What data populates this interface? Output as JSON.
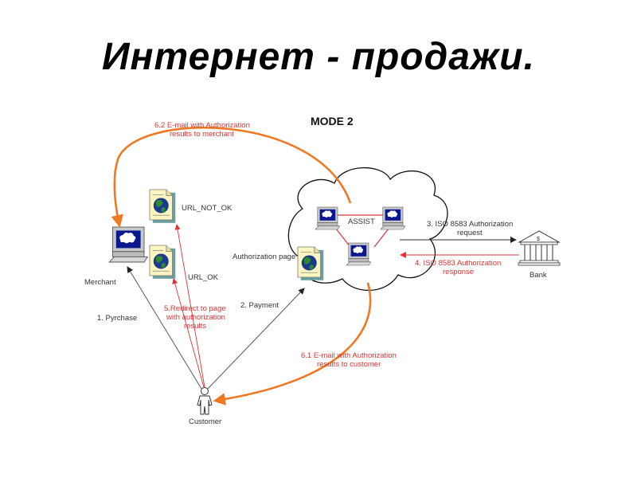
{
  "slide": {
    "title": "Интернет - продажи."
  },
  "diagram": {
    "mode_label": "MODE 2",
    "nodes": {
      "merchant": "Merchant",
      "customer": "Customer",
      "bank": "Bank",
      "assist": "ASSIST",
      "url_not_ok": "URL_NOT_OK",
      "url_ok": "URL_OK",
      "authorization_page": "Authorization page"
    },
    "flows": {
      "purchase": "1. Pyrchase",
      "payment": "2. Payment",
      "iso_request_line1": "3. ISO 8583 Authorization",
      "iso_request_line2": "request",
      "iso_response_line1": "4. ISO 8583 Authorization",
      "iso_response_line2": "response",
      "redirect_line1": "5.Redirect to page",
      "redirect_line2": "with authorization",
      "redirect_line3": "results",
      "email_customer_line1": "6.1 E-mail with Authorization",
      "email_customer_line2": "results to customer",
      "email_merchant_line1": "6.2 E-mail with Authorization",
      "email_merchant_line2": "results to merchant"
    },
    "colors": {
      "orange_arrow": "#f07820",
      "red_flow": "#dd3333",
      "black_flow": "#444444"
    }
  }
}
